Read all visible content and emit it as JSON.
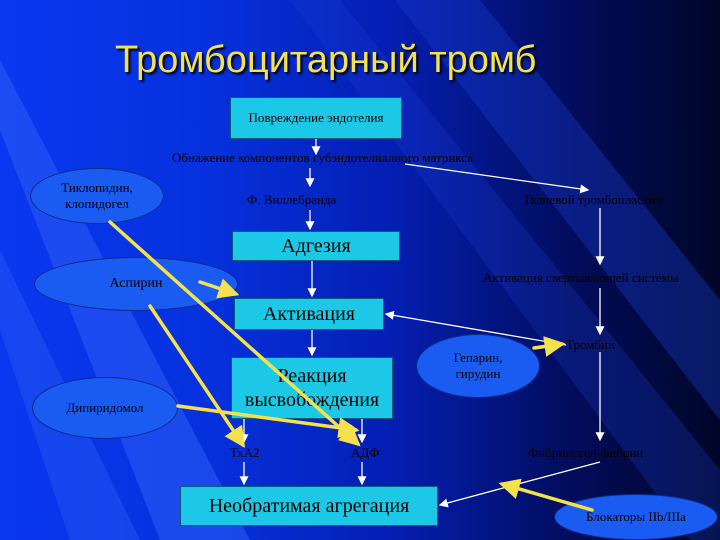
{
  "title": "Тромбоцитарный тромб",
  "nodes": {
    "endothelium_damage": "Повреждение эндотелия",
    "subendothelial_exposure": "Обнажение компонентов субэндотелиалного матрикса",
    "ticlopidine_line1": "Тиклопидин,",
    "ticlopidine_line2": "клопидогел",
    "willebrand": "Ф. Виллебранда",
    "tissue_thromboplastin": "Тканевой тромбопластин",
    "adhesion": "Адгезия",
    "aspirin": "Аспирин",
    "coagulation_activation": "Активация свертывающей системы",
    "activation": "Активация",
    "heparin_line1": "Гепарин,",
    "heparin_line2": "гирудин",
    "thrombin": "Тромбин",
    "dipyridamole": "Дипиридомол",
    "release_line1": "Реакция",
    "release_line2": "высвобождения",
    "txa2": "ТхА2",
    "adp": "АДФ",
    "fibrinogen_fibrin": "Фибриноген-фибрин",
    "irreversible_aggregation": "Необратимая агрегация",
    "blockers": "Блокаторы IIb/IIIa"
  },
  "colors": {
    "title": "#f5e24a",
    "box_fill": "#1cc8e6",
    "oval_fill": "#1a5cf2",
    "arrow_white": "#ffffff",
    "inhibitor_line": "#f5e24a",
    "background_left": "#0a38f0",
    "background_right": "#000628"
  }
}
